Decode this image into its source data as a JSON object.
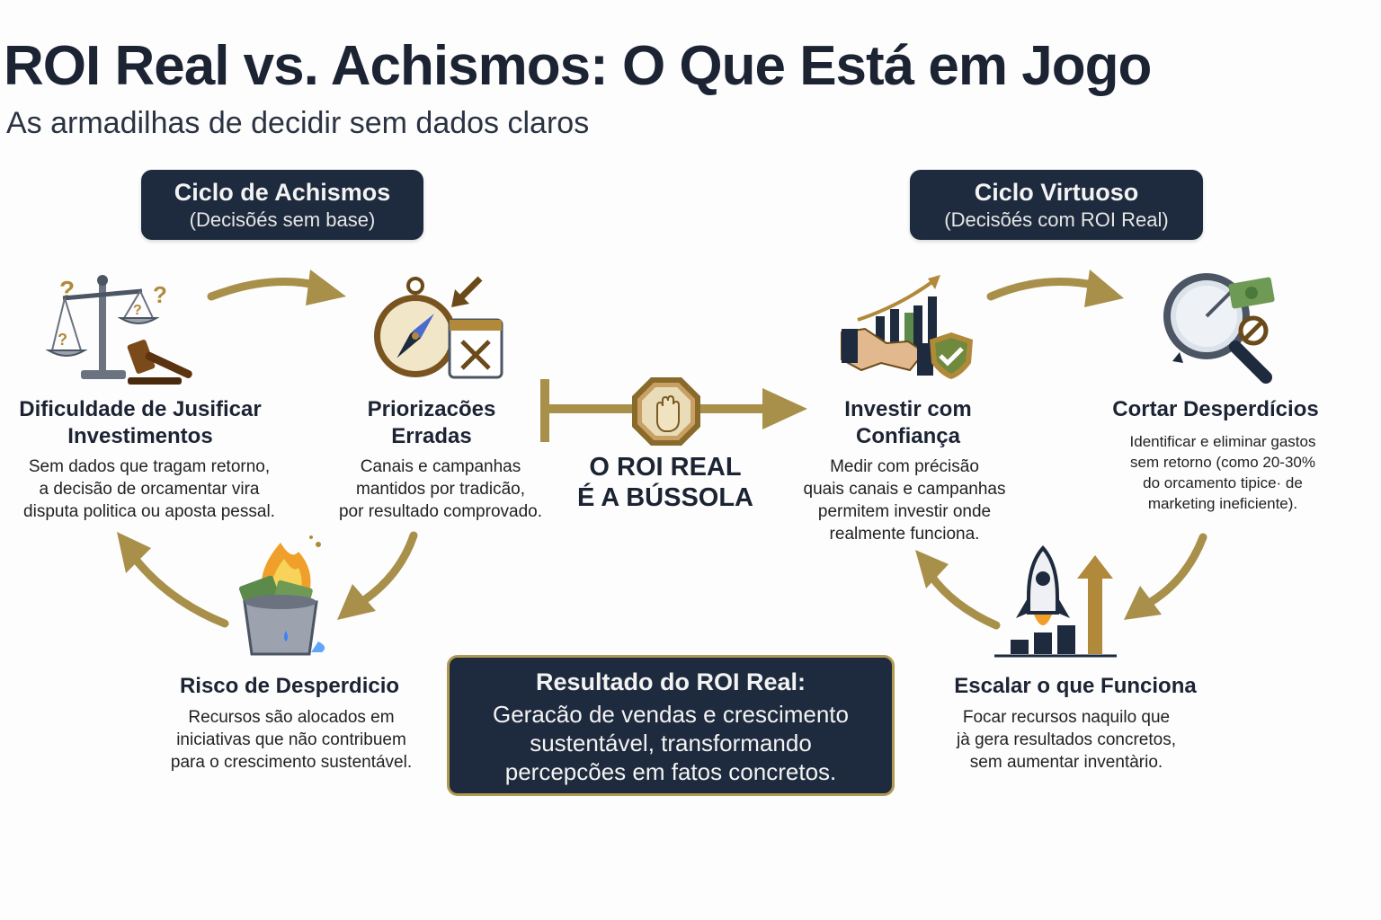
{
  "header": {
    "title": "ROI Real vs. Achismos: O Que Está em Jogo",
    "subtitle": "As armadilhas de decidir sem dados claros"
  },
  "left_cycle": {
    "title": "Ciclo de Achismos",
    "subtitle": "(Decisõés sem base)",
    "items": [
      {
        "title_line1": "Dificuldade de Jusificar",
        "title_line2": "Investimentos",
        "desc_lines": [
          "Sem dados que tragam retorno,",
          "a decisão de orcamentar vira",
          "disputa politica ou aposta pessal."
        ],
        "icon": "balance-scale-gavel-icon"
      },
      {
        "title_line1": "Priorizacões",
        "title_line2": "Erradas",
        "desc_lines": [
          "Canais e campanhas",
          "mantidos por tradicão,",
          "por resultado comprovado."
        ],
        "icon": "compass-calendar-icon"
      },
      {
        "title_line1": "Risco de Desperdicio",
        "desc_lines": [
          "Recursos são alocados em",
          "iniciativas que não contribuem",
          "para o crescimento sustentável."
        ],
        "icon": "burning-money-bucket-icon"
      }
    ]
  },
  "center": {
    "line1": "O ROI REAL",
    "line2": "É A BÚSSOLA",
    "icon": "stop-hand-icon"
  },
  "right_cycle": {
    "title": "Ciclo Virtuoso",
    "subtitle": "(Decisõés com ROI Real)",
    "items": [
      {
        "title_line1": "Investir com",
        "title_line2": "Confiança",
        "desc_lines": [
          "Medir com précisão",
          "quais canais e campanhas",
          "permitem investir onde",
          "realmente funciona."
        ],
        "icon": "handshake-growth-shield-icon"
      },
      {
        "title_line1": "Cortar Desperdícios",
        "desc_lines": [
          "Identificar e eliminar gastos",
          "sem retorno (como 20-30%",
          "do orcamento tipice· de",
          "marketing ineficiente)."
        ],
        "icon": "magnifier-money-icon"
      },
      {
        "title_line1": "Escalar o que Funciona",
        "desc_lines": [
          "Focar recursos naquilo que",
          "jà gera resultados concretos,",
          "sem aumentar inventàrio."
        ],
        "icon": "rocket-growth-icon"
      }
    ]
  },
  "result": {
    "title": "Resultado do ROI Real:",
    "body_lines": [
      "Geracão de vendas e crescimento",
      "sustentável, transformando",
      "percepcões em fatos concretos."
    ]
  },
  "colors": {
    "navy": "#1e2a3d",
    "gold": "#a8904a",
    "text": "#1c2434"
  }
}
